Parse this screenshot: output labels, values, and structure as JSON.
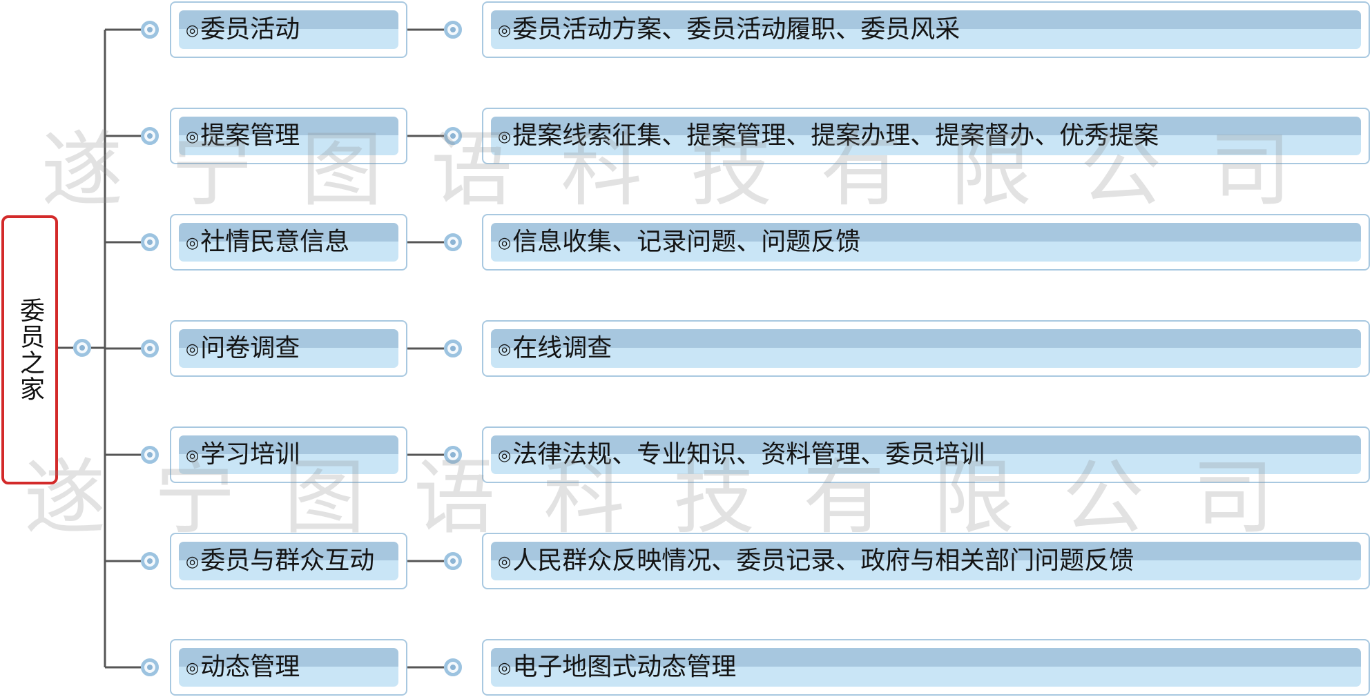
{
  "root": {
    "label": "委员之家"
  },
  "bullet": "◎",
  "branches": [
    {
      "label": "委员活动",
      "detail": "委员活动方案、委员活动履职、委员风采"
    },
    {
      "label": "提案管理",
      "detail": "提案线索征集、提案管理、提案办理、提案督办、优秀提案"
    },
    {
      "label": "社情民意信息",
      "detail": "信息收集、记录问题、问题反馈"
    },
    {
      "label": "问卷调查",
      "detail": "在线调查"
    },
    {
      "label": "学习培训",
      "detail": "法律法规、专业知识、资料管理、委员培训"
    },
    {
      "label": "委员与群众互动",
      "detail": "人民群众反映情况、委员记录、政府与相关部门问题反馈"
    },
    {
      "label": "动态管理",
      "detail": "电子地图式动态管理"
    }
  ],
  "watermark": [
    "遂",
    "宁",
    "图",
    "语",
    "科",
    "技",
    "有",
    "限",
    "公",
    "司"
  ],
  "colors": {
    "root_border": "#d32a2a",
    "box_border": "#a8c8e0",
    "box_top": "#a7c7df",
    "box_bottom": "#c9e5f6",
    "connector": "#555555",
    "node_ring": "#9cc3e0"
  }
}
